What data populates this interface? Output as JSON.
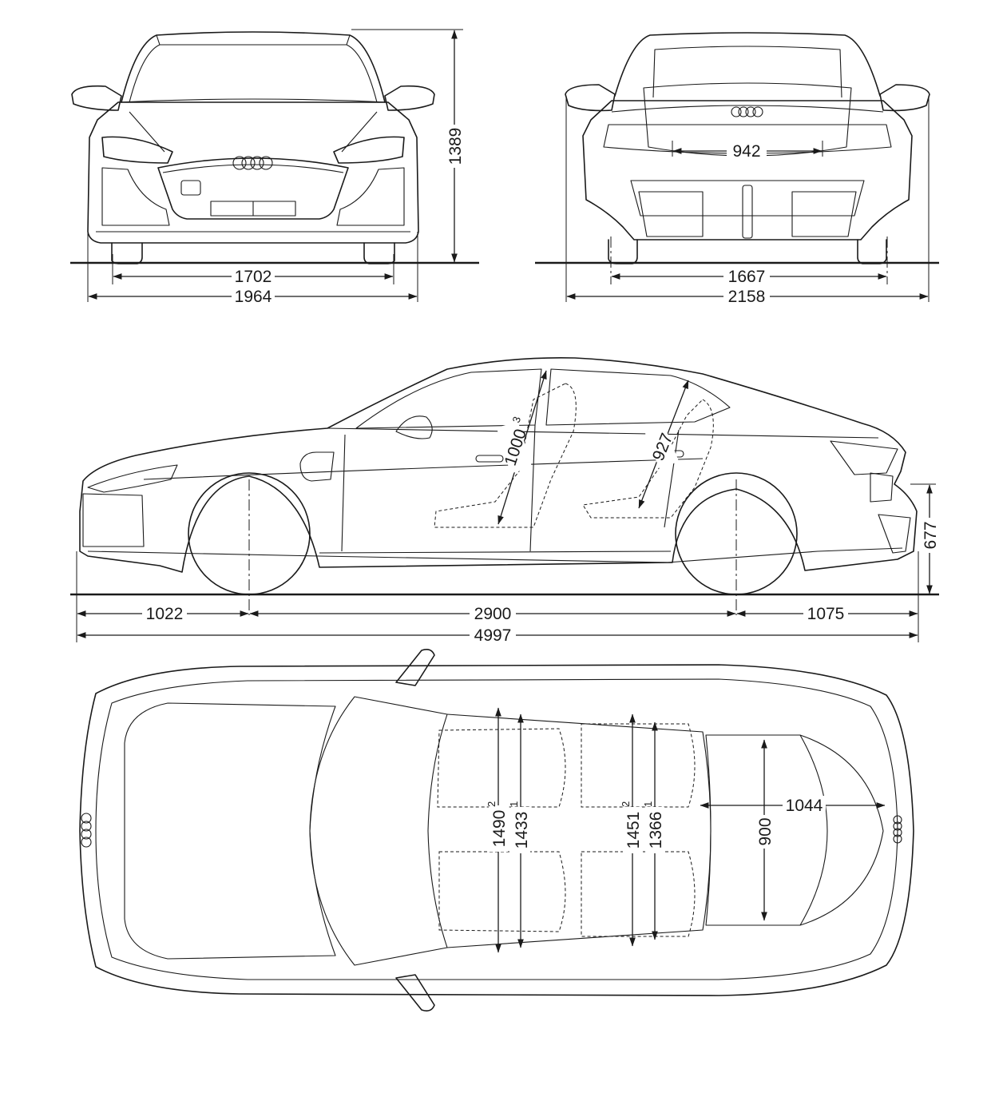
{
  "dimensions": {
    "front_track": "1702",
    "front_width": "1964",
    "height": "1389",
    "rear_track": "1667",
    "rear_width": "2158",
    "rear_label_width": "942",
    "front_overhang": "1022",
    "wheelbase": "2900",
    "rear_overhang": "1075",
    "length": "4997",
    "ground_to_boot": "677",
    "front_headroom": "1000",
    "front_headroom_note": "3",
    "rear_headroom": "927",
    "front_shoulder": "1490",
    "front_shoulder_note": "2",
    "front_elbow": "1433",
    "front_elbow_note": "1",
    "rear_shoulder": "1451",
    "rear_shoulder_note": "2",
    "rear_elbow": "1366",
    "rear_elbow_note": "1",
    "boot_length": "1044",
    "boot_width": "900"
  },
  "colors": {
    "line": "#1a1a1a",
    "background": "#ffffff"
  }
}
